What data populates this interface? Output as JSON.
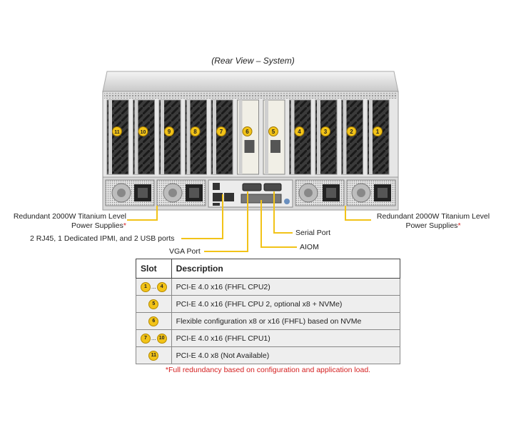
{
  "caption": "(Rear View – System)",
  "callouts": {
    "psu_left_line1": "Redundant 2000W Titanium Level",
    "psu_left_line2": "Power Supplies",
    "psu_right_line1": "Redundant 2000W Titanium Level",
    "psu_right_line2": "Power Supplies",
    "asterisk": "*",
    "ports": "2 RJ45, 1 Dedicated IPMI, and 2 USB ports",
    "vga": "VGA Port",
    "serial": "Serial Port",
    "aiom": "AIOM"
  },
  "slot_labels": [
    "11",
    "10",
    "9",
    "8",
    "7",
    "6",
    "5",
    "4",
    "3",
    "2",
    "1"
  ],
  "table": {
    "headers": {
      "slot": "Slot",
      "description": "Description"
    },
    "rows": [
      {
        "slot_start": "1",
        "slot_end": "4",
        "range": true,
        "ellipsis": "...",
        "description": "PCI-E 4.0 x16 (FHFL CPU2)"
      },
      {
        "slot_start": "5",
        "range": false,
        "description": "PCI-E 4.0 x16 (FHFL CPU 2, optional x8 + NVMe)"
      },
      {
        "slot_start": "6",
        "range": false,
        "description": "Flexible configuration x8 or x16 (FHFL) based on NVMe"
      },
      {
        "slot_start": "7",
        "slot_end": "10",
        "range": true,
        "ellipsis": "...",
        "description": "PCI-E 4.0 x16 (FHFL CPU1)"
      },
      {
        "slot_start": "11",
        "range": false,
        "description": "PCI-E 4.0 x8 (Not Available)"
      }
    ]
  },
  "footnote": "*Full redundancy based on configuration and application load.",
  "colors": {
    "badge": "#f2c318",
    "callout_line": "#f2c318",
    "asterisk": "#d42020"
  }
}
